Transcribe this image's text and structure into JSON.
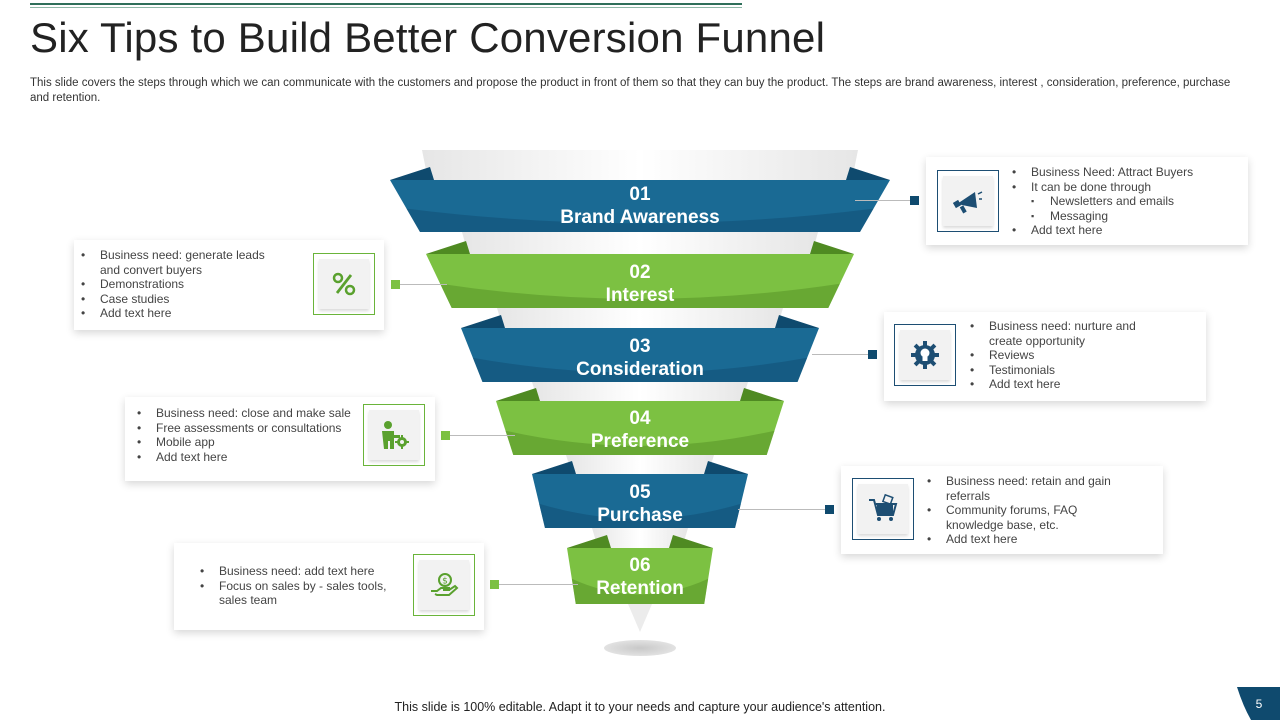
{
  "header": {
    "title": "Six Tips to Build Better Conversion Funnel",
    "subtitle": "This slide covers the  steps through which we can communicate with the customers  and propose the product in front of them so that they can buy the product. The steps are brand awareness, interest , consideration, preference, purchase and retention."
  },
  "colors": {
    "blue": "#1a6a94",
    "blue_dark": "#0f4a6e",
    "green": "#7cc142",
    "green_dark": "#4f8a22"
  },
  "funnel": [
    {
      "num": "01",
      "label": "Brand Awareness",
      "color": "blue"
    },
    {
      "num": "02",
      "label": "Interest",
      "color": "green"
    },
    {
      "num": "03",
      "label": "Consideration",
      "color": "blue"
    },
    {
      "num": "04",
      "label": "Preference",
      "color": "green"
    },
    {
      "num": "05",
      "label": "Purchase",
      "color": "blue"
    },
    {
      "num": "06",
      "label": "Retention",
      "color": "green"
    }
  ],
  "cards": {
    "c1": {
      "icon": "megaphone-icon",
      "items": [
        {
          "text": "Business Need: Attract Buyers"
        },
        {
          "text": "It can be done through"
        },
        {
          "text": "Newsletters and emails",
          "sub": true
        },
        {
          "text": "Messaging",
          "sub": true
        },
        {
          "text": "Add text here"
        }
      ]
    },
    "c2": {
      "icon": "percent-icon",
      "items": [
        {
          "text": "Business need: generate leads and convert buyers"
        },
        {
          "text": "Demonstrations"
        },
        {
          "text": "Case studies"
        },
        {
          "text": "Add text here"
        }
      ]
    },
    "c3": {
      "icon": "gear-bulb-icon",
      "items": [
        {
          "text": "Business need: nurture and create opportunity"
        },
        {
          "text": "Reviews"
        },
        {
          "text": "Testimonials"
        },
        {
          "text": "Add text here"
        }
      ]
    },
    "c4": {
      "icon": "person-gear-icon",
      "items": [
        {
          "text": "Business need: close and make sale"
        },
        {
          "text": "Free assessments or consultations"
        },
        {
          "text": "Mobile app"
        },
        {
          "text": "Add text here"
        }
      ]
    },
    "c5": {
      "icon": "shopping-cart-icon",
      "items": [
        {
          "text": "Business need: retain and gain referrals"
        },
        {
          "text": "Community forums, FAQ knowledge base, etc."
        },
        {
          "text": "Add text here"
        }
      ]
    },
    "c6": {
      "icon": "hand-coin-icon",
      "items": [
        {
          "text": "Business need: add text here"
        },
        {
          "text": "Focus on sales by - sales tools, sales team"
        }
      ]
    }
  },
  "footer": {
    "text": "This slide is 100% editable. Adapt it to your needs and capture your audience's attention.",
    "page": "5"
  }
}
